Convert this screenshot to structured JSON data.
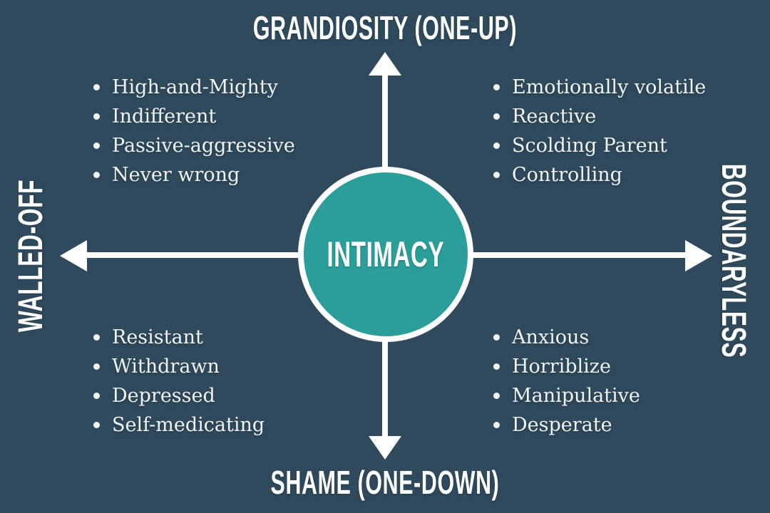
{
  "colors": {
    "background": "#2e4a5c",
    "circle_fill": "#2b9e9a",
    "lines_and_titles": "#ffffff",
    "list_text": "#f2f3f3"
  },
  "center": {
    "label": "INTIMACY"
  },
  "axes": {
    "top": {
      "label": "GRANDIOSITY (ONE-UP)"
    },
    "bottom": {
      "label": "SHAME (ONE-DOWN)"
    },
    "left": {
      "label": "WALLED-OFF"
    },
    "right": {
      "label": "BOUNDARYLESS"
    }
  },
  "quadrants": {
    "top_left": {
      "items": [
        "High-and-Mighty",
        "Indifferent",
        "Passive-aggressive",
        "Never wrong"
      ]
    },
    "top_right": {
      "items": [
        "Emotionally volatile",
        "Reactive",
        "Scolding Parent",
        "Controlling"
      ]
    },
    "bottom_left": {
      "items": [
        "Resistant",
        "Withdrawn",
        "Depressed",
        "Self-medicating"
      ]
    },
    "bottom_right": {
      "items": [
        "Anxious",
        "Horriblize",
        "Manipulative",
        "Desperate"
      ]
    }
  }
}
